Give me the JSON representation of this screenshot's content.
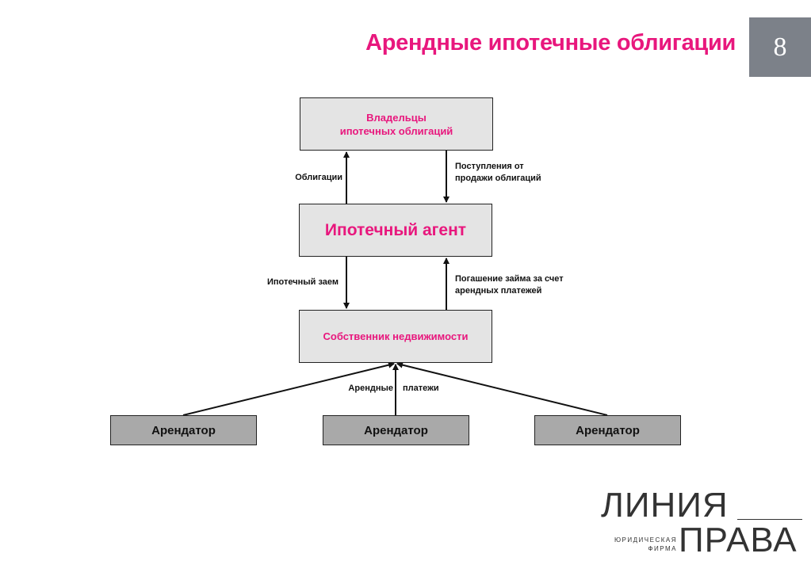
{
  "slide": {
    "title": "Арендные ипотечные облигации",
    "page_number": "8"
  },
  "diagram": {
    "owners_line1": "Владельцы",
    "owners_line2": "ипотечных облигаций",
    "agent": "Ипотечный агент",
    "property_owner": "Собственник недвижимости",
    "tenants": [
      "Арендатор",
      "Арендатор",
      "Арендатор"
    ],
    "labels": {
      "bonds": "Облигации",
      "proceeds_line1": "Поступления от",
      "proceeds_line2": "продажи облигаций",
      "mortgage_loan": "Ипотечный заем",
      "repayment_line1": "Погашение займа за счет",
      "repayment_line2": "арендных платежей",
      "rent_payments_1": "Арендные",
      "rent_payments_2": "платежи"
    }
  },
  "logo": {
    "line1": "ЛИНИЯ",
    "line2": "ПРАВА",
    "sub1": "ЮРИДИЧЕСКАЯ",
    "sub2": "ФИРМА"
  }
}
